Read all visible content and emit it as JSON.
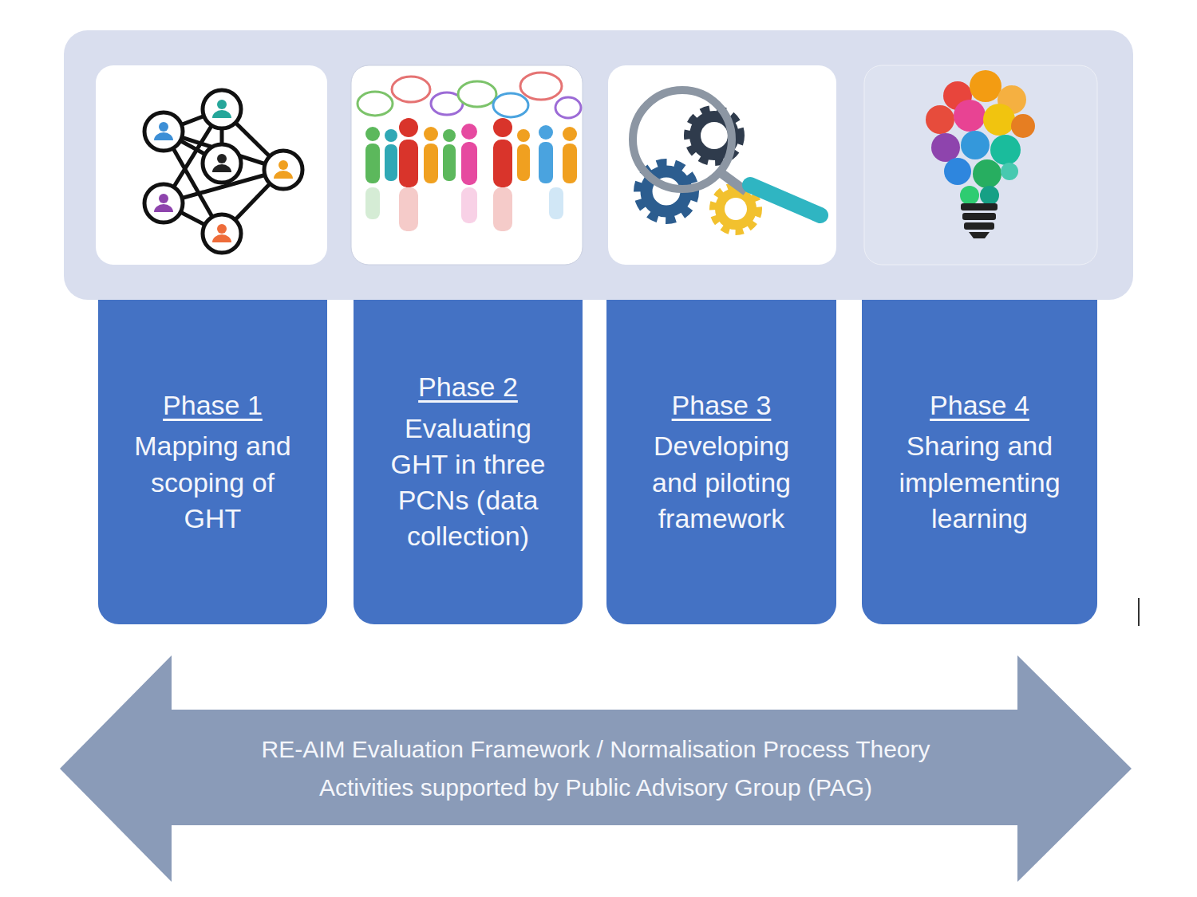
{
  "diagram": {
    "nodes": [
      {
        "text": [
          "Phase 1",
          "Mapping and scoping of GHT"
        ]
      },
      {
        "text": [
          "Phase 2",
          "Evaluating GHT in three PCNs (data collection)"
        ]
      },
      {
        "text": [
          "Phase 3",
          "Developing and piloting framework"
        ]
      },
      {
        "text": [
          "Phase 4",
          "Sharing and implementing learning"
        ]
      },
      {
        "text": [
          "RE-AIM Evaluation Framework / Normalisation Process Theory",
          "Activities supported by Public Advisory Group (PAG)"
        ]
      }
    ],
    "edges": []
  }
}
